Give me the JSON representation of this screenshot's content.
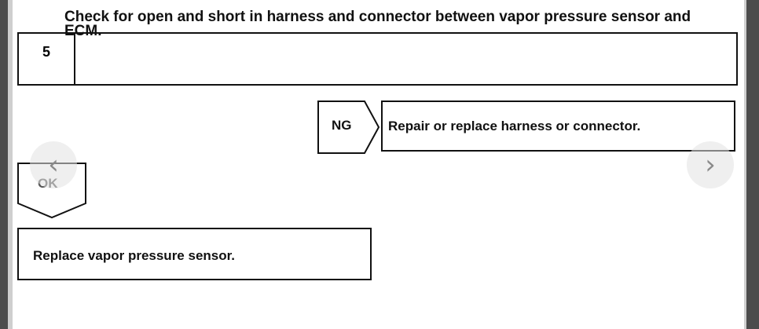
{
  "step": {
    "number": "5",
    "title": "Check for open and short in harness and connector between vapor pressure sensor and ECM."
  },
  "ng_branch": {
    "label": "NG",
    "action": "Repair or replace harness or connector."
  },
  "ok_branch": {
    "label": "OK",
    "action": "Replace vapor pressure sensor."
  },
  "navigation": {
    "prev_icon": "chevron-left-icon",
    "next_icon": "chevron-right-icon",
    "prev_glyph": "‹",
    "next_glyph": "›"
  },
  "colors": {
    "frame": "#4c4c4c",
    "line": "#111111",
    "nav_button": "#e1e1e1"
  }
}
